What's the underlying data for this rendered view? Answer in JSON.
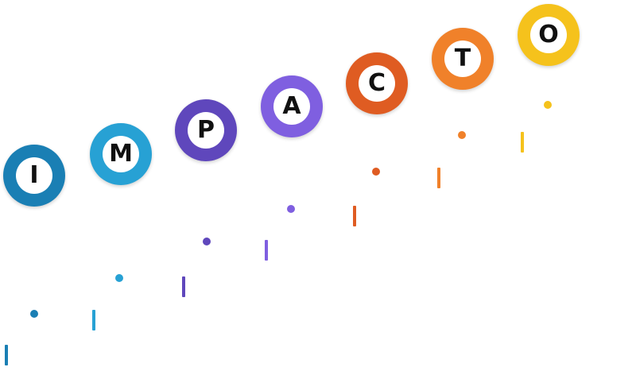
{
  "letters": [
    {
      "char": "I",
      "color": "#1a7fb4"
    },
    {
      "char": "M",
      "color": "#27a1d4"
    },
    {
      "char": "P",
      "color": "#5f47bc"
    },
    {
      "char": "A",
      "color": "#7f5fe0"
    },
    {
      "char": "C",
      "color": "#df5c22"
    },
    {
      "char": "T",
      "color": "#f0812a"
    },
    {
      "char": "O",
      "color": "#f5c21c"
    }
  ]
}
